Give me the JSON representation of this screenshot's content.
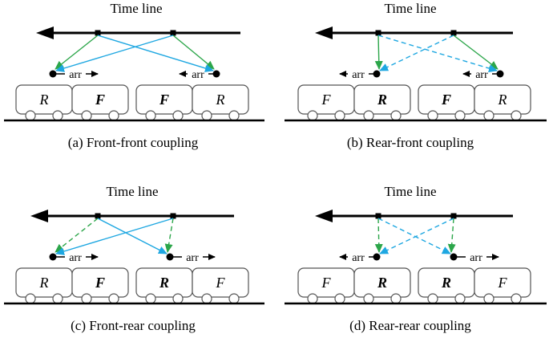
{
  "panels": [
    {
      "id": "a",
      "title": "Time line",
      "caption": "(a) Front-front coupling",
      "arr_label": "arr",
      "cars": [
        {
          "label": "R",
          "bold": false
        },
        {
          "label": "F",
          "bold": true
        },
        {
          "label": "F",
          "bold": true
        },
        {
          "label": "R",
          "bold": false
        }
      ],
      "arrival_direction": [
        "right",
        "left"
      ],
      "link_styles": {
        "own": "solid",
        "cross": "solid"
      }
    },
    {
      "id": "b",
      "title": "Time line",
      "caption": "(b) Rear-front coupling",
      "arr_label": "arr",
      "cars": [
        {
          "label": "F",
          "bold": false
        },
        {
          "label": "R",
          "bold": true
        },
        {
          "label": "F",
          "bold": true
        },
        {
          "label": "R",
          "bold": false
        }
      ],
      "arrival_direction": [
        "left",
        "left"
      ],
      "link_styles": {
        "own": "solid",
        "cross": "dashed"
      }
    },
    {
      "id": "c",
      "title": "Time line",
      "caption": "(c) Front-rear coupling",
      "arr_label": "arr",
      "cars": [
        {
          "label": "R",
          "bold": false
        },
        {
          "label": "F",
          "bold": true
        },
        {
          "label": "R",
          "bold": true
        },
        {
          "label": "F",
          "bold": false
        }
      ],
      "arrival_direction": [
        "right",
        "right"
      ],
      "link_styles": {
        "own": "dashed",
        "cross": "solid"
      }
    },
    {
      "id": "d",
      "title": "Time line",
      "caption": "(d) Rear-rear coupling",
      "arr_label": "arr",
      "cars": [
        {
          "label": "F",
          "bold": false
        },
        {
          "label": "R",
          "bold": true
        },
        {
          "label": "R",
          "bold": true
        },
        {
          "label": "F",
          "bold": false
        }
      ],
      "arrival_direction": [
        "left",
        "right"
      ],
      "link_styles": {
        "own": "dashed",
        "cross": "dashed"
      }
    }
  ],
  "colors": {
    "green": "#2ca64a",
    "blue": "#1ea7e1",
    "line": "#000000",
    "car_stroke": "#555555"
  }
}
